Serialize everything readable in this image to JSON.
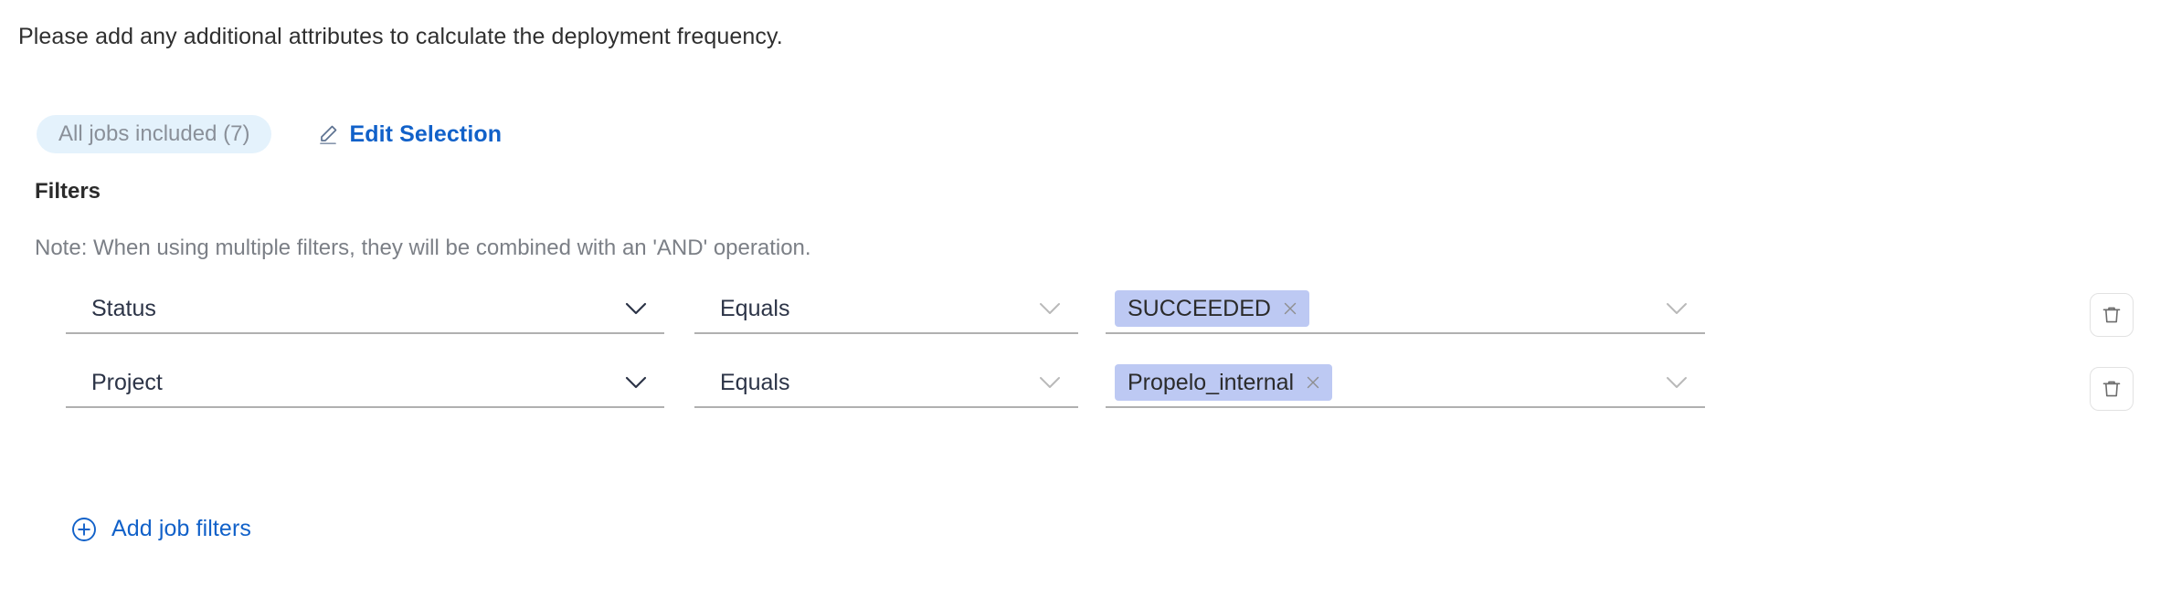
{
  "intro": {
    "text": "Please add any additional attributes to calculate the deployment frequency."
  },
  "selection": {
    "jobs_pill_label": "All jobs included (7)",
    "edit_label": "Edit Selection",
    "pencil_icon": "pencil-icon"
  },
  "filters": {
    "heading": "Filters",
    "note": "Note: When using multiple filters, they will be combined with an 'AND' operation.",
    "rows": [
      {
        "attribute": "Status",
        "operator": "Equals",
        "values": [
          "SUCCEEDED"
        ],
        "delete_icon": "trash-icon"
      },
      {
        "attribute": "Project",
        "operator": "Equals",
        "values": [
          "Propelo_internal"
        ],
        "delete_icon": "trash-icon"
      }
    ],
    "add_label": "Add job filters",
    "add_icon": "plus-circle-icon"
  },
  "colors": {
    "link_blue": "#1161c9",
    "pill_bg": "#e4f2fc",
    "pill_text": "#8a9099",
    "chip_bg": "#bdc9f3",
    "chip_text": "#2b2b2b",
    "field_text": "#2c3447",
    "underline": "#b0b0b0",
    "note_text": "#7b7f86"
  }
}
